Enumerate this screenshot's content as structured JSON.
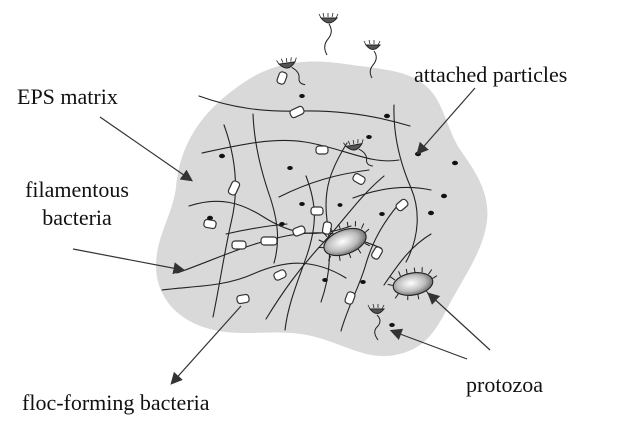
{
  "labels": {
    "eps_matrix": "EPS matrix",
    "attached_particles": "attached particles",
    "filamentous_bacteria": "filamentous bacteria",
    "floc_forming_bacteria": "floc-forming bacteria",
    "protozoa": "protozoa"
  },
  "colors": {
    "matrix_fill": "#d9d9d9",
    "ink": "#111111"
  },
  "icons": [
    "flagellate-protozoa-icon",
    "ciliate-protozoa-icon",
    "rod-bacteria-icon",
    "particle-icon"
  ]
}
